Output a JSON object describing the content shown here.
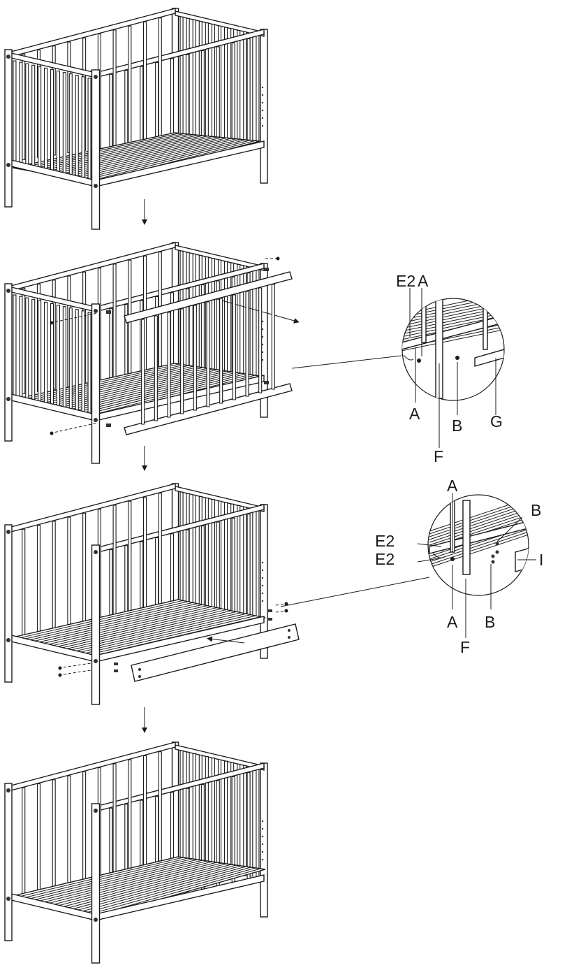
{
  "steps": [
    {
      "name": "step-1"
    },
    {
      "name": "step-2"
    },
    {
      "name": "step-3"
    },
    {
      "name": "step-4"
    }
  ],
  "detail_1": {
    "labels": [
      "E2",
      "A",
      "A",
      "B",
      "G",
      "F"
    ]
  },
  "detail_2": {
    "labels": [
      "A",
      "B",
      "E2",
      "E2",
      "I",
      "A",
      "B",
      "F"
    ]
  },
  "colors": {
    "line": "#1a1a1a",
    "background": "#ffffff"
  }
}
